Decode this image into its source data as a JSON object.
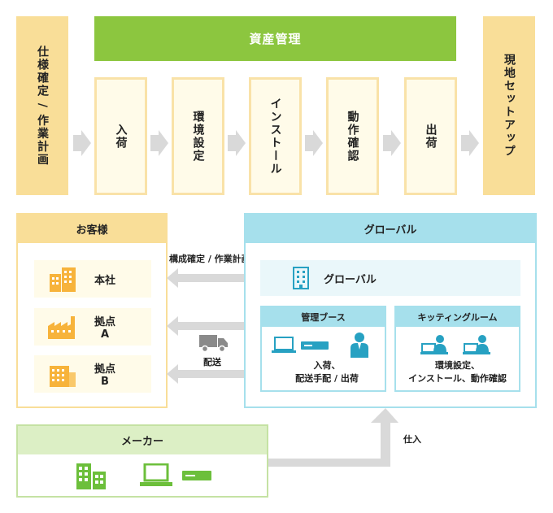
{
  "top": {
    "left_side": "仕様確定 / 作業計画",
    "banner": "資産管理",
    "steps": [
      "入荷",
      "環境設定",
      "インストール",
      "動作確認",
      "出荷"
    ],
    "right_side": "現地セットアップ"
  },
  "customer": {
    "title": "お客様",
    "sites": [
      "本社",
      "拠点 A",
      "拠点 B"
    ]
  },
  "arrows": {
    "plan": "構成確定 / 作業計画",
    "delivery": "配送",
    "purchase": "仕入"
  },
  "global": {
    "title": "グローバル",
    "row_label": "グローバル",
    "booth": {
      "title": "管理ブース",
      "lines": [
        "入荷、",
        "配送手配 / 出荷"
      ]
    },
    "kitting": {
      "title": "キッティングルーム",
      "lines": [
        "環境設定、",
        "インストール、動作確認"
      ]
    }
  },
  "maker": {
    "title": "メーカー"
  },
  "colors": {
    "green": "#8cc63f",
    "yellow": "#f9de98",
    "cyan": "#a6e0ec",
    "icon_orange": "#f7b33b",
    "icon_green": "#6cbf3b",
    "icon_blue": "#27a1c2",
    "arrow_gray": "#d9d9d9"
  }
}
